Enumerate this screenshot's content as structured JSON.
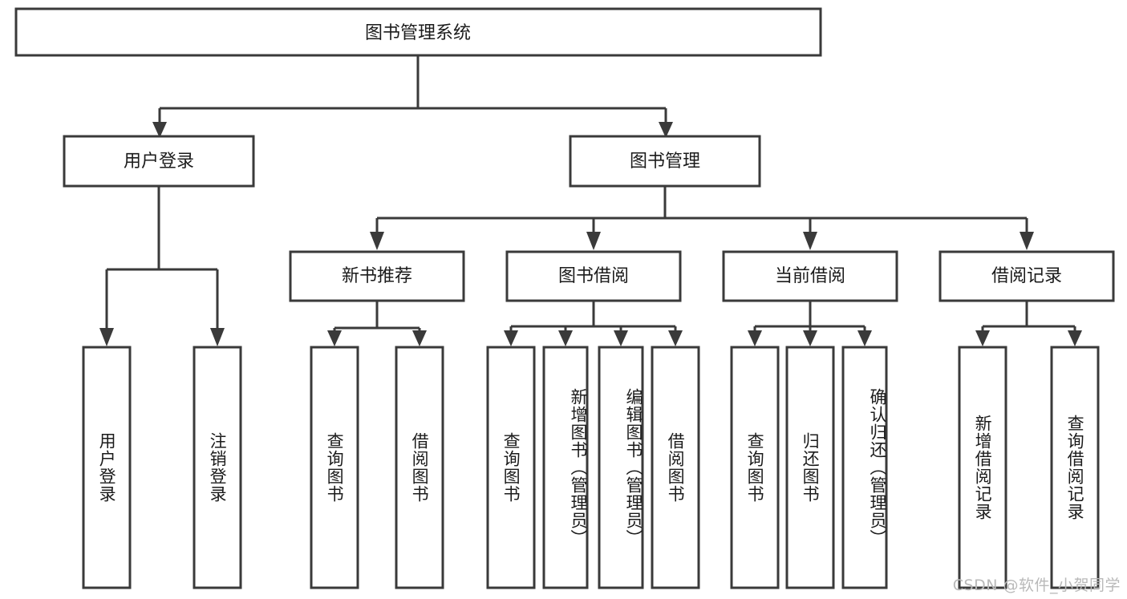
{
  "diagram": {
    "type": "tree",
    "title": "图书管理系统",
    "watermark": "CSDN @软件_小贺同学",
    "colors": {
      "stroke": "#3a3a3a",
      "fill": "#ffffff",
      "text": "#1b1b1b",
      "watermark": "#b9b9b9",
      "background": "#ffffff"
    },
    "levels": {
      "root": {
        "label": "图书管理系统"
      },
      "level2": [
        {
          "label": "用户登录"
        },
        {
          "label": "图书管理"
        }
      ],
      "level3": [
        {
          "label": "新书推荐"
        },
        {
          "label": "图书借阅"
        },
        {
          "label": "当前借阅"
        },
        {
          "label": "借阅记录"
        }
      ],
      "leaves": [
        {
          "label": "用户登录",
          "parent": "用户登录"
        },
        {
          "label": "注销登录",
          "parent": "用户登录"
        },
        {
          "label": "查询图书",
          "parent": "新书推荐"
        },
        {
          "label": "借阅图书",
          "parent": "新书推荐"
        },
        {
          "label": "查询图书",
          "parent": "图书借阅"
        },
        {
          "label": "新增图书（管理员）",
          "parent": "图书借阅"
        },
        {
          "label": "编辑图书（管理员）",
          "parent": "图书借阅"
        },
        {
          "label": "借阅图书",
          "parent": "图书借阅"
        },
        {
          "label": "查询图书",
          "parent": "当前借阅"
        },
        {
          "label": "归还图书",
          "parent": "当前借阅"
        },
        {
          "label": "确认归还（管理员）",
          "parent": "当前借阅"
        },
        {
          "label": "新增借阅记录",
          "parent": "借阅记录"
        },
        {
          "label": "查询借阅记录",
          "parent": "借阅记录"
        }
      ]
    }
  }
}
